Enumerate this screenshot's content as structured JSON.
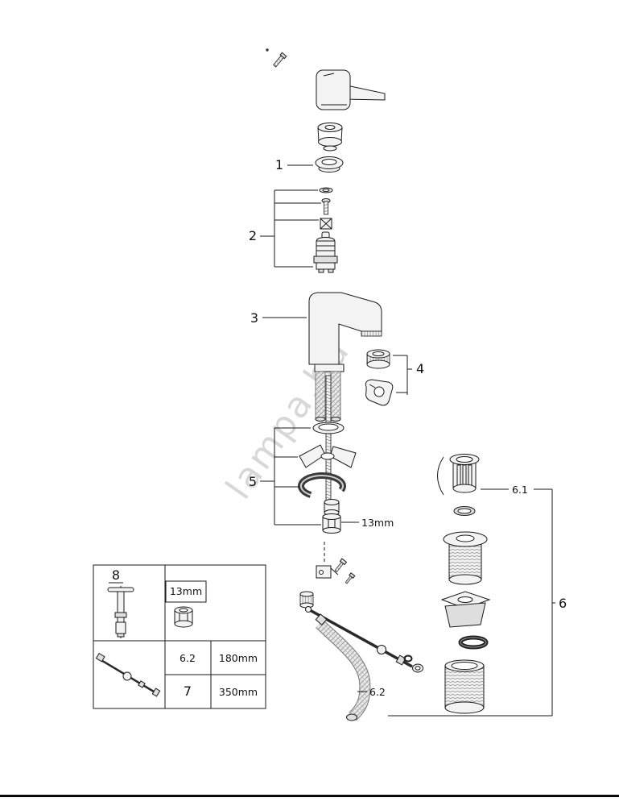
{
  "watermark": {
    "text": "lampa.hu"
  },
  "callouts": {
    "part1": "1",
    "part2": "2",
    "part3": "3",
    "part4": "4",
    "part5": "5",
    "part6": "6",
    "part6_1": "6.1",
    "part6_2": "6.2",
    "wrench_size": "13mm"
  },
  "legend": {
    "tool_ref": "8",
    "tool_nut_size": "13mm",
    "rows": [
      {
        "ref": "6.2",
        "length": "180mm"
      },
      {
        "ref": "7",
        "length": "350mm"
      }
    ]
  },
  "colors": {
    "line": "#1a1a1a",
    "watermark": "#b0b0b0"
  }
}
